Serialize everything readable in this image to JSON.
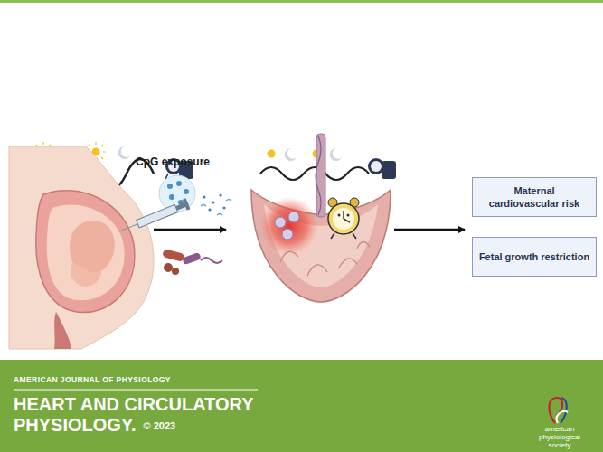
{
  "diagram": {
    "nodes": [
      {
        "text": [
          "Maternal cardiovascular risk"
        ]
      },
      {
        "text": [
          "Fetal growth restriction"
        ]
      }
    ],
    "labels": [
      "CpG exposure",
      "AMERICAN JOURNAL OF PHYSIOLOGY",
      "HEART AND CIRCULATORY PHYSIOLOGY.",
      "© 2023",
      "american physiological society"
    ]
  }
}
